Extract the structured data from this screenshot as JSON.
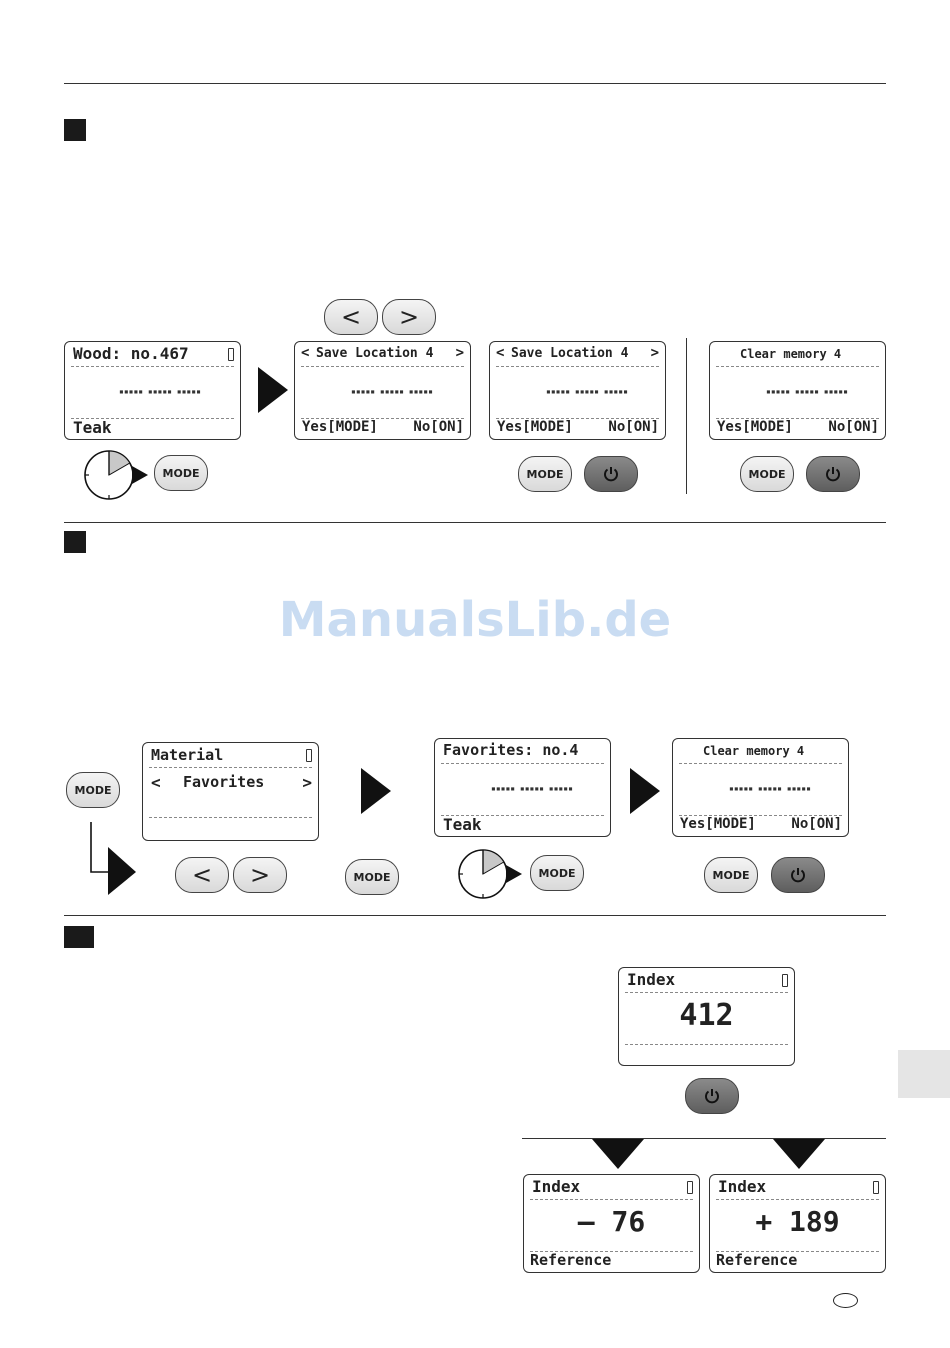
{
  "watermark": "ManualsLib.de",
  "section1": {
    "screen_wood": {
      "title": "Wood: no.467",
      "bottom": "Teak"
    },
    "screen_save_a": {
      "title": "Save Location 4",
      "yes": "Yes[MODE]",
      "no": "No[ON]"
    },
    "screen_save_b": {
      "title": "Save Location 4",
      "yes": "Yes[MODE]",
      "no": "No[ON]"
    },
    "screen_clear": {
      "title": "Clear memory 4",
      "yes": "Yes[MODE]",
      "no": "No[ON]"
    }
  },
  "section2": {
    "screen_material": {
      "title": "Material",
      "option": "Favorites"
    },
    "screen_favorites": {
      "title": "Favorites: no.4",
      "bottom": "Teak"
    },
    "screen_clear": {
      "title": "Clear memory 4",
      "yes": "Yes[MODE]",
      "no": "No[ON]"
    }
  },
  "section3": {
    "screen_index": {
      "title": "Index",
      "value": "412"
    },
    "screen_ref_neg": {
      "title": "Index",
      "value": "– 76",
      "bottom": "Reference"
    },
    "screen_ref_pos": {
      "title": "Index",
      "value": "+ 189",
      "bottom": "Reference"
    }
  },
  "buttons": {
    "mode_label": "MODE",
    "left_label": "<",
    "right_label": ">"
  },
  "icons": {
    "power": "power-icon",
    "timer": "timer-icon",
    "battery": "battery-icon"
  }
}
